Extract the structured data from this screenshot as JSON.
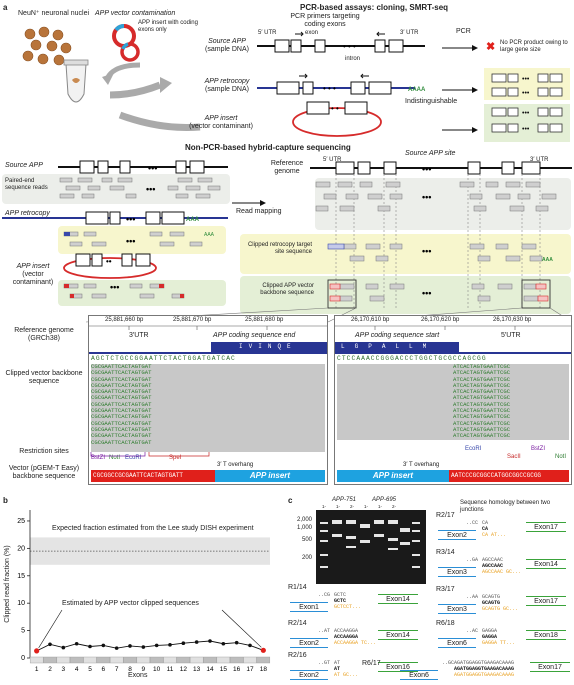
{
  "panel_a": {
    "label": "a",
    "nuclei_label": "NeuN⁺ neuronal nuclei",
    "contamination_label": "APP vector contamination",
    "insert_note": "APP insert with coding exons only",
    "pcr_title": "PCR-based assays: cloning, SMRT-seq",
    "pcr_primers": "PCR primers targeting coding exons",
    "utr5": "5′ UTR",
    "utr3": "3′ UTR",
    "exon": "exon",
    "intron": "intron",
    "source_app": "Source APP",
    "sample_dna": "(sample DNA)",
    "app_retrocopy": "APP retrocopy",
    "app_insert": "APP insert",
    "vector_contaminant": "(vector contaminant)",
    "aaa": "AAAA",
    "pcr": "PCR",
    "no_pcr_product": "No PCR product owing to large gene size",
    "indistinguishable": "Indistinguishable",
    "hybrid_title": "Non-PCR-based hybrid-capture sequencing",
    "source_app_left": "Source APP",
    "paired_end": "Paired-end sequence reads",
    "app_retrocopy_left": "APP retrocopy",
    "app_insert_left": "APP insert",
    "vector_contaminant_left": "(vector contaminant)",
    "read_mapping": "Read mapping",
    "reference_genome": "Reference genome",
    "source_app_site": "Source APP site",
    "clipped_retrocopy": "Clipped retrocopy target site sequence",
    "clipped_vector": "Clipped APP vector backbone sequence",
    "aaa_short": "AAA"
  },
  "igv": {
    "ref_label": "Reference genome (GRCh38)",
    "clipped_label": "Clipped vector backbone sequence",
    "restriction_label": "Restriction sites",
    "vector_label": "Vector (pGEM-T Easy) backbone sequence",
    "left": {
      "ticks": [
        "25,881,660 bp",
        "25,881,670 bp",
        "25,881,680 bp"
      ],
      "region_a": "3′UTR",
      "region_b": "APP coding sequence end",
      "aa": [
        "I",
        "V",
        "I",
        "N",
        "Q",
        "E"
      ],
      "ref_seq": "AGCTCTGCCGGAATTCTACTGGATGATCAC",
      "sites": [
        "BstZI",
        "NotI",
        "EcoRI",
        "SpeI"
      ],
      "overhang": "3′ T overhang",
      "insert": "APP insert",
      "vector_seq": "CGCGGCCGCGAATTCACTAGTGATT"
    },
    "right": {
      "ticks": [
        "26,170,610 bp",
        "26,170,620 bp",
        "26,170,630 bp"
      ],
      "region_a": "APP coding sequence start",
      "region_b": "5′UTR",
      "aa": [
        "L",
        "G",
        "P",
        "A",
        "L",
        "L",
        "M"
      ],
      "ref_seq": "CTCCAAACCGGGACCCTGGCTGCGCCAGCGG",
      "sites": [
        "EcoRI",
        "SacII",
        "BstZI",
        "NotI"
      ],
      "overhang": "3′ T overhang",
      "insert": "APP insert",
      "vector_seq": "AATCCCGCGGCCATGGCGGCCGCGG"
    }
  },
  "panel_b": {
    "label": "b",
    "ylabel": "Clipped read fraction (%)",
    "xlabel": "Exons",
    "expected_text": "Expected fraction estimated from the Lee study DISH experiment",
    "estimated_text": "Estimated by APP vector clipped sequences",
    "yticks": [
      "0",
      "5",
      "10",
      "15",
      "20",
      "25"
    ],
    "xticks": [
      "1",
      "2",
      "3",
      "4",
      "5",
      "6",
      "7",
      "8",
      "9",
      "10",
      "11",
      "12",
      "13",
      "14",
      "15",
      "16",
      "17",
      "18"
    ],
    "accent": "#e0201b"
  },
  "chart_data": {
    "type": "line",
    "title": "",
    "xlabel": "Exons",
    "ylabel": "Clipped read fraction (%)",
    "ylim": [
      0,
      27
    ],
    "x": [
      1,
      2,
      3,
      4,
      5,
      6,
      7,
      8,
      9,
      10,
      11,
      12,
      13,
      14,
      15,
      16,
      17,
      18
    ],
    "series": [
      {
        "name": "Estimated by APP vector clipped sequences",
        "values": [
          1.3,
          2.5,
          1.9,
          2.6,
          2.1,
          2.3,
          1.8,
          2.2,
          2.0,
          2.3,
          2.4,
          2.7,
          2.9,
          3.1,
          2.6,
          2.8,
          2.3,
          1.4
        ]
      }
    ],
    "expected_band": [
      17,
      22
    ],
    "expected_mean": 19.5,
    "grid": false
  },
  "panel_c": {
    "label": "c",
    "gel_groups": [
      "APP-751",
      "APP-695"
    ],
    "lane_labels": [
      "1-18",
      "1-18",
      "2-17",
      "1-18",
      "1-18",
      "2-17"
    ],
    "lane_sub": [
      "",
      "R",
      "",
      "",
      "R",
      ""
    ],
    "ladder": [
      "2,000",
      "1,000",
      "500",
      "200"
    ],
    "homology_note": "Sequence homology between two junctions",
    "junctions": [
      {
        "id": "R1/14",
        "left_exon": "Exon1",
        "right_exon": "Exon14",
        "seqs": [
          "..CG",
          "GCTC",
          "GCTC",
          "GCTCCT..."
        ]
      },
      {
        "id": "R2/14",
        "left_exon": "Exon2",
        "right_exon": "Exon14",
        "seqs": [
          "..AT",
          "ACCAAGGA",
          "ACCAAGGA",
          "ACCAAGGA TC..."
        ]
      },
      {
        "id": "R2/16",
        "left_exon": "Exon2",
        "right_exon": "Exon16",
        "seqs": [
          "..GT",
          "AT",
          "AT",
          "AT GC..."
        ]
      },
      {
        "id": "R2/17",
        "left_exon": "Exon2",
        "right_exon": "Exon17",
        "seqs": [
          "..CC",
          "CA",
          "CA",
          "CA AT..."
        ]
      },
      {
        "id": "R3/14",
        "left_exon": "Exon3",
        "right_exon": "Exon14",
        "seqs": [
          "..GA",
          "AGCCAAC",
          "AGCCAAC",
          "AGCCAAC GC..."
        ]
      },
      {
        "id": "R3/17",
        "left_exon": "Exon3",
        "right_exon": "Exon17",
        "seqs": [
          "..AA",
          "GCAGTG",
          "GCAGTG",
          "GCAGTG GC..."
        ]
      },
      {
        "id": "R6/17",
        "left_exon": "Exon6",
        "right_exon": "Exon17",
        "seqs": [
          "..GC",
          "AGATGGAGGTGAAGACAAAG",
          "AGATGGAGGTGAAGACAAAG",
          "AGATGGAGGTGAAGACAAAG"
        ]
      },
      {
        "id": "R6/18",
        "left_exon": "Exon6",
        "right_exon": "Exon18",
        "seqs": [
          "..AC",
          "GAGGA",
          "GAGGA",
          "GAGGA TT..."
        ]
      }
    ],
    "colors": {
      "exon_left": "#2a8ed6",
      "exon_right": "#3aa33a",
      "highlight": "#e8a020"
    }
  }
}
